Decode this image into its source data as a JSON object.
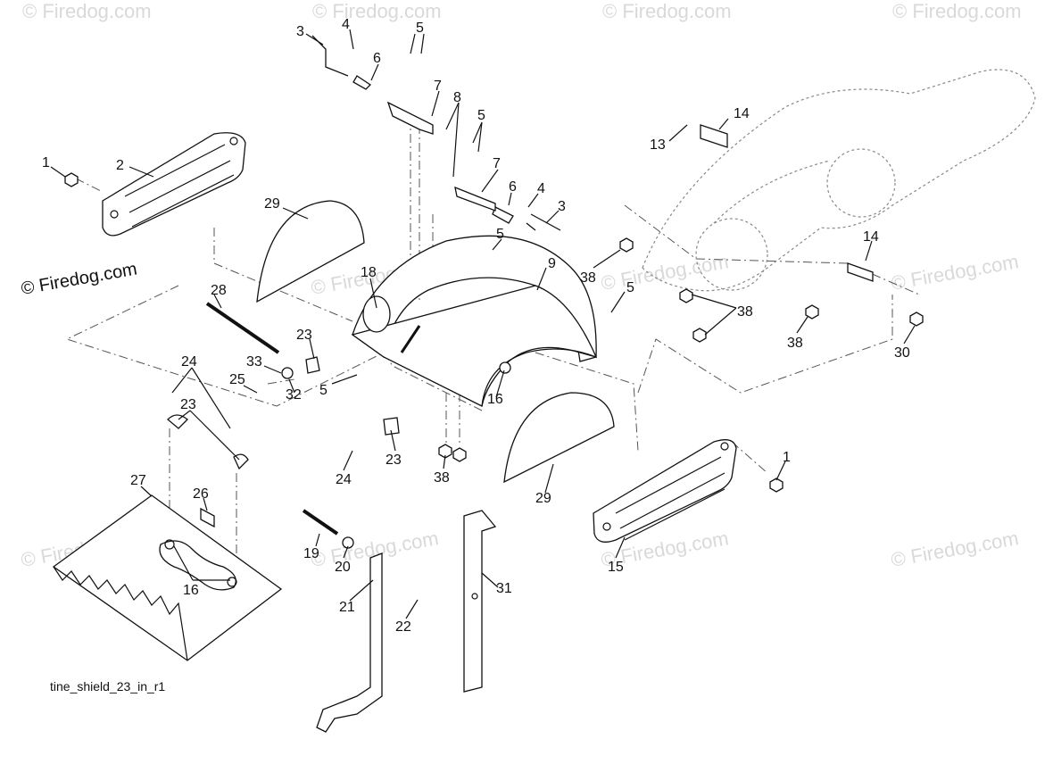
{
  "caption": "tine_shield_23_in_r1",
  "watermark": {
    "copyright": "© Firedog.com",
    "faint": "© Firedog.com",
    "color_faint": "#d9d9d9",
    "color_dark": "#111111"
  },
  "callouts": {
    "c1a": "1",
    "c1b": "1",
    "c2": "2",
    "c3a": "3",
    "c3b": "3",
    "c4a": "4",
    "c4b": "4",
    "c5a": "5",
    "c5b": "5",
    "c5c": "5",
    "c5d": "5",
    "c5e": "5",
    "c6a": "6",
    "c6b": "6",
    "c7a": "7",
    "c7b": "7",
    "c8": "8",
    "c9": "9",
    "c13": "13",
    "c14a": "14",
    "c14b": "14",
    "c15": "15",
    "c16a": "16",
    "c16b": "16",
    "c18": "18",
    "c19": "19",
    "c20": "20",
    "c21": "21",
    "c22": "22",
    "c23a": "23",
    "c23b": "23",
    "c23c": "23",
    "c24a": "24",
    "c24b": "24",
    "c25": "25",
    "c26": "26",
    "c27": "27",
    "c28": "28",
    "c29a": "29",
    "c29b": "29",
    "c30": "30",
    "c31": "31",
    "c32": "32",
    "c33": "33",
    "c38a": "38",
    "c38b": "38",
    "c38c": "38",
    "c38d": "38"
  }
}
